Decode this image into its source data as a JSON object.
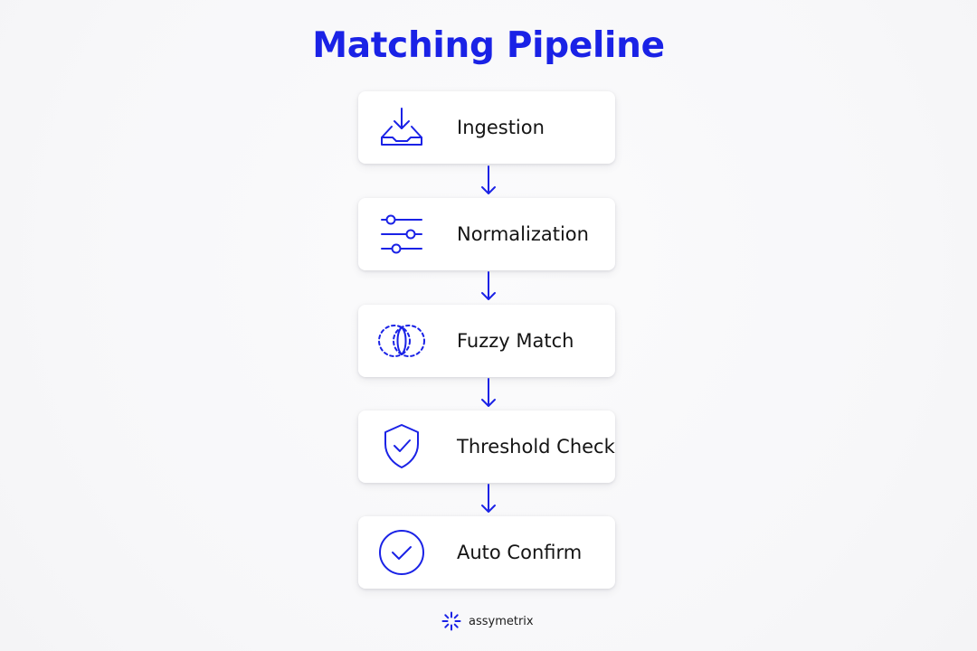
{
  "title": "Matching Pipeline",
  "steps": [
    {
      "label": "Ingestion",
      "icon": "inbox-download-icon"
    },
    {
      "label": "Normalization",
      "icon": "sliders-icon"
    },
    {
      "label": "Fuzzy Match",
      "icon": "overlapping-circles-icon"
    },
    {
      "label": "Threshold Check",
      "icon": "shield-check-icon"
    },
    {
      "label": "Auto Confirm",
      "icon": "circle-check-icon"
    }
  ],
  "brand": {
    "name": "assymetrix",
    "icon": "sparkle-logo-icon"
  },
  "colors": {
    "accent": "#1a22e6",
    "card": "#ffffff",
    "text": "#141414",
    "background": "#f8f8fa"
  }
}
